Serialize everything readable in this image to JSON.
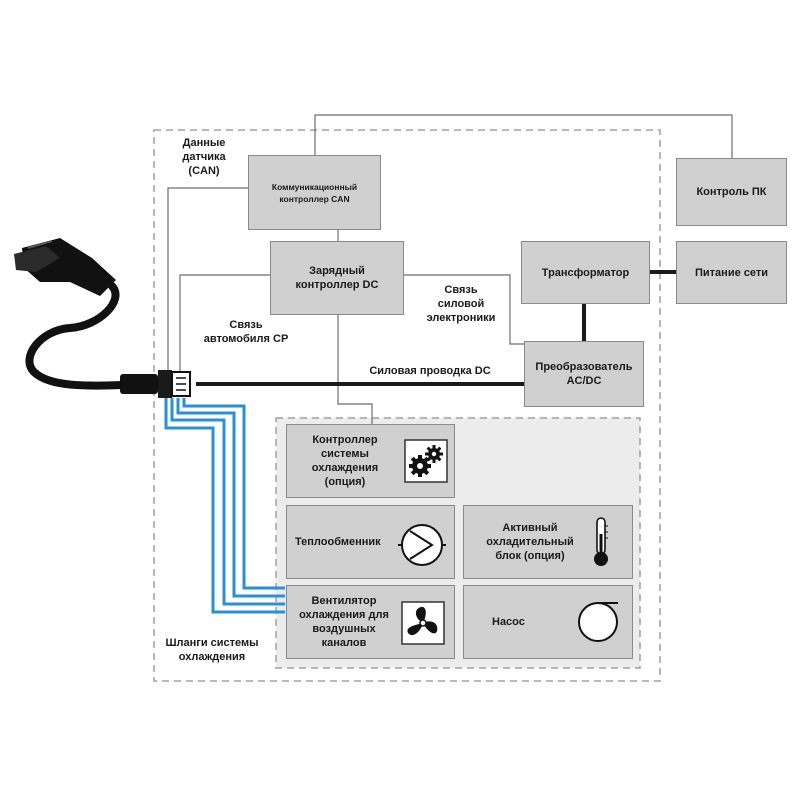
{
  "labels": {
    "sensor_data": "Данные\nдатчика\n(CAN)",
    "vehicle_link": "Связь\nавтомобиля CP",
    "power_electronics_link": "Связь\nсиловой\nэлектроники",
    "dc_wiring": "Силовая проводка DC",
    "cooling_hoses": "Шланги системы\nохлаждения"
  },
  "boxes": {
    "can_controller": "Коммуникационный\nконтроллер CAN",
    "pc_control": "Контроль ПК",
    "charge_controller": "Зарядный\nконтроллер DC",
    "transformer": "Трансформатор",
    "mains_power": "Питание сети",
    "converter": "Преобразователь\nAC/DC",
    "cooling_controller": "Контроллер\nсистемы\nохлаждения\n(опция)",
    "heat_exchanger": "Теплообменник",
    "active_cooling_unit": "Активный\nохладительный\nблок (опция)",
    "fan": "Вентилятор\nохлаждения для\nвоздушных\nканалов",
    "pump": "Насос"
  },
  "icons": [
    "charging-connector-icon",
    "gears-icon",
    "heat-exchanger-icon",
    "thermometer-icon",
    "fan-icon",
    "pump-icon"
  ],
  "colors": {
    "box_fill": "#d0d0d0",
    "box_border": "#8a8a8a",
    "dashed_border": "#a0a0a0",
    "signal_line": "#6e6e6e",
    "power_line": "#1a1a1a",
    "coolant_blue": "#2a8fd6"
  }
}
